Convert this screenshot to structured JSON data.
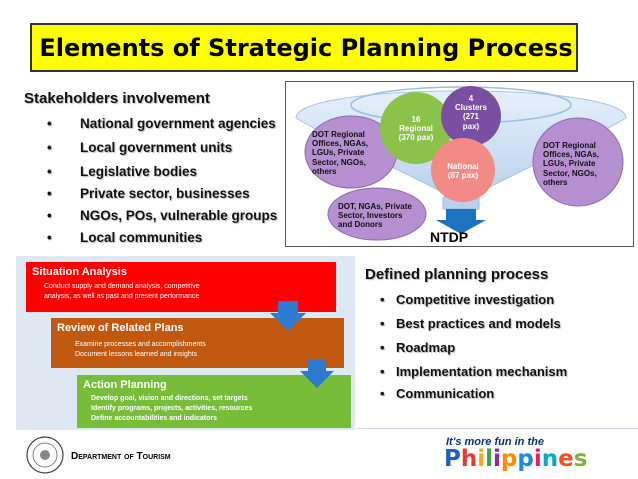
{
  "title": "Elements of Strategic Planning Process",
  "stakeholders": {
    "heading": "Stakeholders involvement",
    "items": [
      "National government agencies",
      "Local government units",
      "Legislative bodies",
      "Private sector, businesses",
      "NGOs, POs, vulnerable groups",
      "Local communities"
    ]
  },
  "diagram": {
    "top_circle_lines": [
      "4",
      "Clusters",
      "(271",
      "pax)"
    ],
    "regional_lines": [
      "16",
      "Regional",
      "(370 pax)"
    ],
    "national_lines": [
      "National",
      "(87 pax)"
    ],
    "left_bubble_lines": [
      "DOT Regional",
      "Offices, NGAs,",
      "LGUs, Private",
      "Sector, NGOs,",
      "others"
    ],
    "right_bubble_lines": [
      "DOT Regional",
      "Offices, NGAs,",
      "LGUs, Private",
      "Sector, NGOs,",
      "others"
    ],
    "bottom_bubble_lines": [
      "DOT, NGAs, Private",
      "Sector, Investors",
      "and Donors"
    ],
    "output_label": "NTDP",
    "colors": {
      "top": "#7a4fa3",
      "regional": "#8bc34a",
      "national": "#f28a86",
      "bubbles": "#b58fd0"
    }
  },
  "steps": [
    {
      "title": "Situation Analysis",
      "lines": [
        "Conduct supply and demand analysis, competitive",
        "analysis, as well as past and present performance"
      ],
      "color": "#ff0000"
    },
    {
      "title": "Review of Related Plans",
      "lines": [
        "Examine processes and accomplishments",
        "Document lessons learned and insights"
      ],
      "color": "#c0590f"
    },
    {
      "title": "Action Planning",
      "lines": [
        "Develop goal, vision and directions, set targets",
        "Identify programs, projects, activities, resources",
        "Define accountabilities and indicators"
      ],
      "color": "#77bd3a"
    }
  ],
  "defined": {
    "heading": "Defined planning process",
    "items": [
      "Competitive investigation",
      "Best practices and models",
      "Roadmap",
      "Implementation mechanism",
      "Communication"
    ]
  },
  "footer": {
    "department": "Department of Tourism",
    "slogan": "It's more fun in the",
    "country": "Philippines",
    "country_colors": [
      "#1f5fbf",
      "#e53935",
      "#f9a825",
      "#43a047",
      "#8e24aa",
      "#fb8c00",
      "#1e88e5",
      "#e91e63",
      "#00acc1",
      "#f4511e",
      "#7cb342"
    ]
  }
}
